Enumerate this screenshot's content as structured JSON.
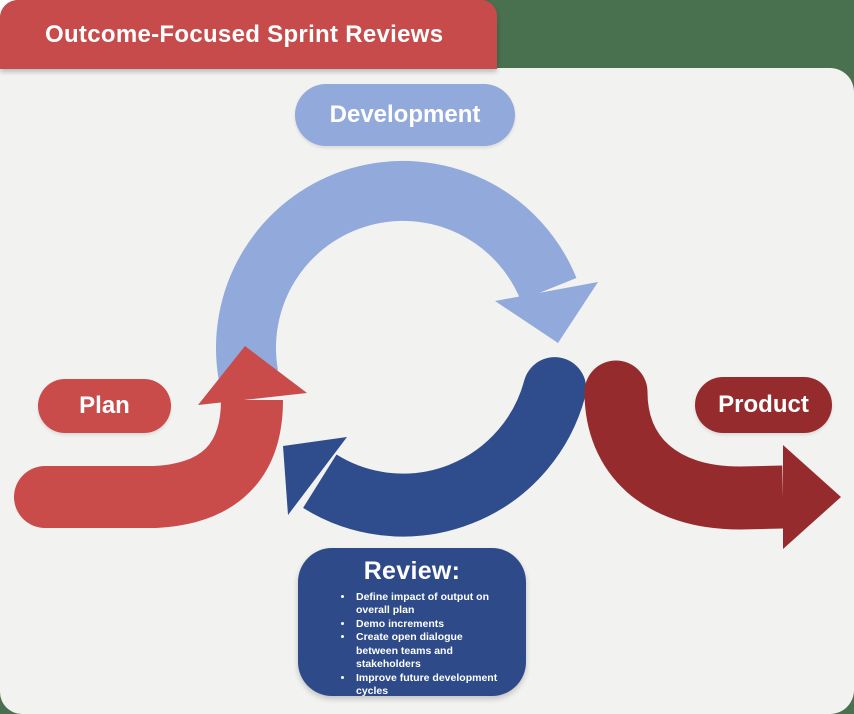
{
  "title_bar": {
    "text": "Outcome-Focused Sprint Reviews"
  },
  "labels": {
    "development": "Development",
    "plan": "Plan",
    "product": "Product"
  },
  "review": {
    "heading": "Review:",
    "bullets": [
      "Define impact of output on overall plan",
      "Demo increments",
      "Create open dialogue between teams and stakeholders",
      "Improve future development cycles"
    ]
  },
  "colors": {
    "background_green": "#49704F",
    "panel_gray": "#F2F2F0",
    "header_red": "#C84B4B",
    "plan_red": "#C94C4B",
    "product_dark_red": "#962B2D",
    "development_light_blue": "#92A9DC",
    "review_dark_blue": "#2F4D8C",
    "review_box_blue": "#2E4A88",
    "label_text_white": "#FFFFFF"
  }
}
